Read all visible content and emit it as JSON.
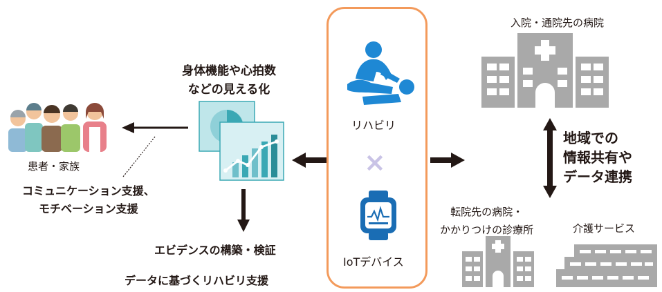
{
  "center": {
    "rehab_label": "リハビリ",
    "iot_label": "IoTデバイス",
    "cross_symbol": "×"
  },
  "left": {
    "visualization_title": "身体機能や心拍数\nなどの見える化",
    "patients_label": "患者・家族",
    "communication_support": "コミュニケーション支援、\nモチベーション支援",
    "evidence_building": "エビデンスの構築・検証",
    "data_based_rehab": "データに基づくリハビリ支援"
  },
  "right": {
    "hospital_label": "入院・通院先の病院",
    "regional_sharing": "地域での\n情報共有や\nデータ連携",
    "clinic_label": "転院先の病院・\nかかりつけの診療所",
    "care_service_label": "介護サービス"
  },
  "colors": {
    "frame_orange": "#f39a5b",
    "rehab_blue": "#1e88d4",
    "device_blue": "#1a6db4",
    "cross_lilac": "#c9c3e6",
    "building_gray": "#a9a9a9",
    "chart_teal": "#3aa8b4",
    "arrow_black": "#231815"
  }
}
